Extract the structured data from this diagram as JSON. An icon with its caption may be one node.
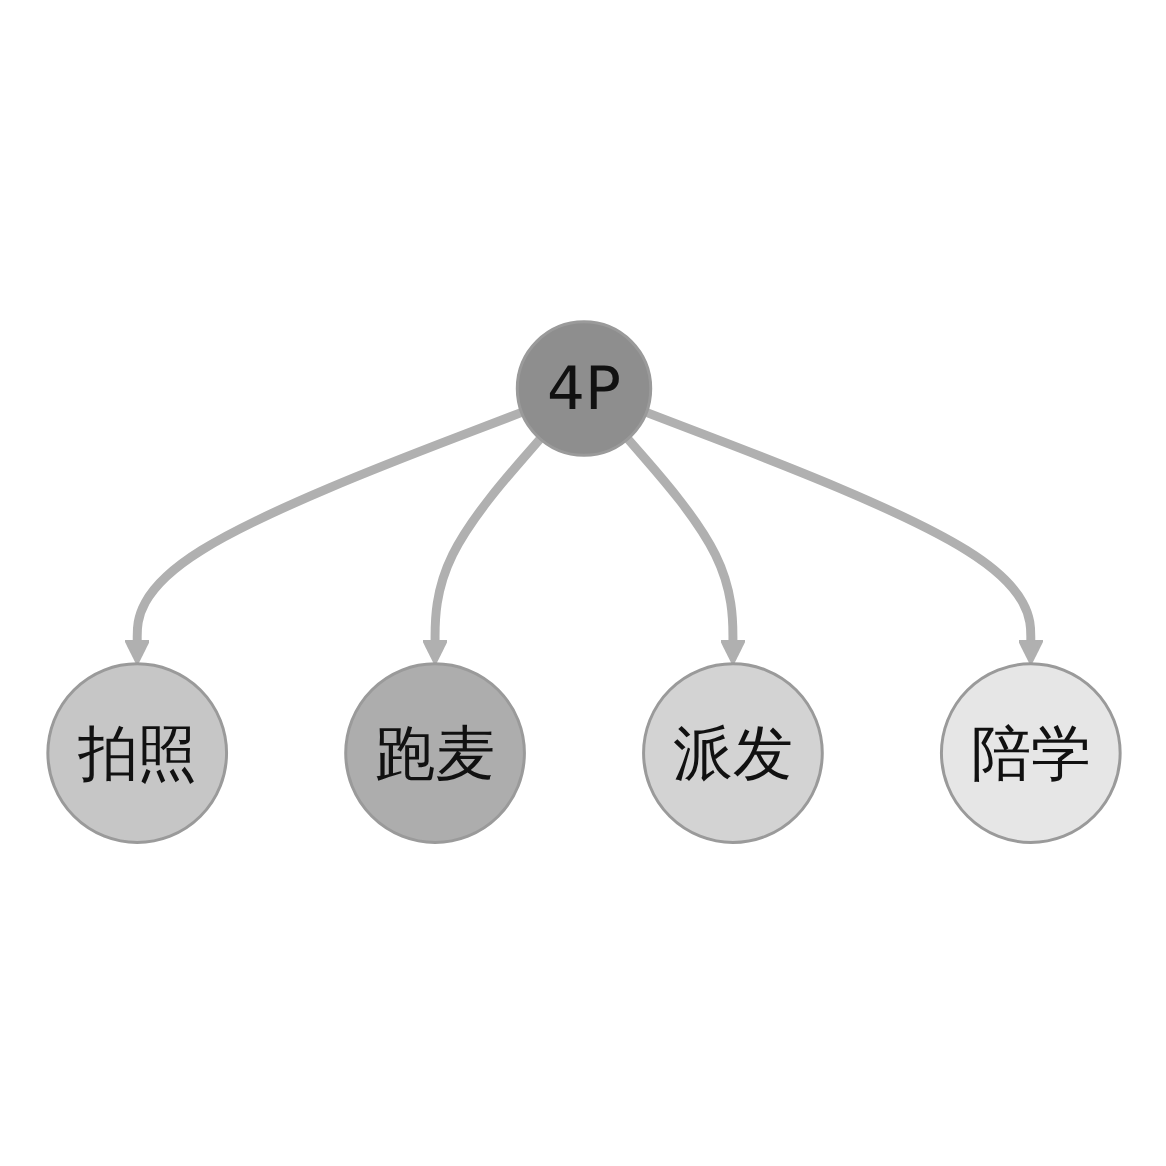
{
  "diagram": {
    "nodes": [
      {
        "text": [
          "拍照"
        ]
      },
      {
        "text": [
          "跑麦"
        ]
      },
      {
        "text": [
          "4P"
        ]
      },
      {
        "text": [
          "派发"
        ]
      },
      {
        "text": [
          "陪学"
        ]
      }
    ],
    "edges": [
      {
        "from": 2,
        "to": 0,
        "arrow": "to"
      },
      {
        "from": 2,
        "to": 1,
        "arrow": "to"
      },
      {
        "from": 2,
        "to": 3,
        "arrow": "to"
      },
      {
        "from": 2,
        "to": 4,
        "arrow": "to"
      }
    ]
  }
}
